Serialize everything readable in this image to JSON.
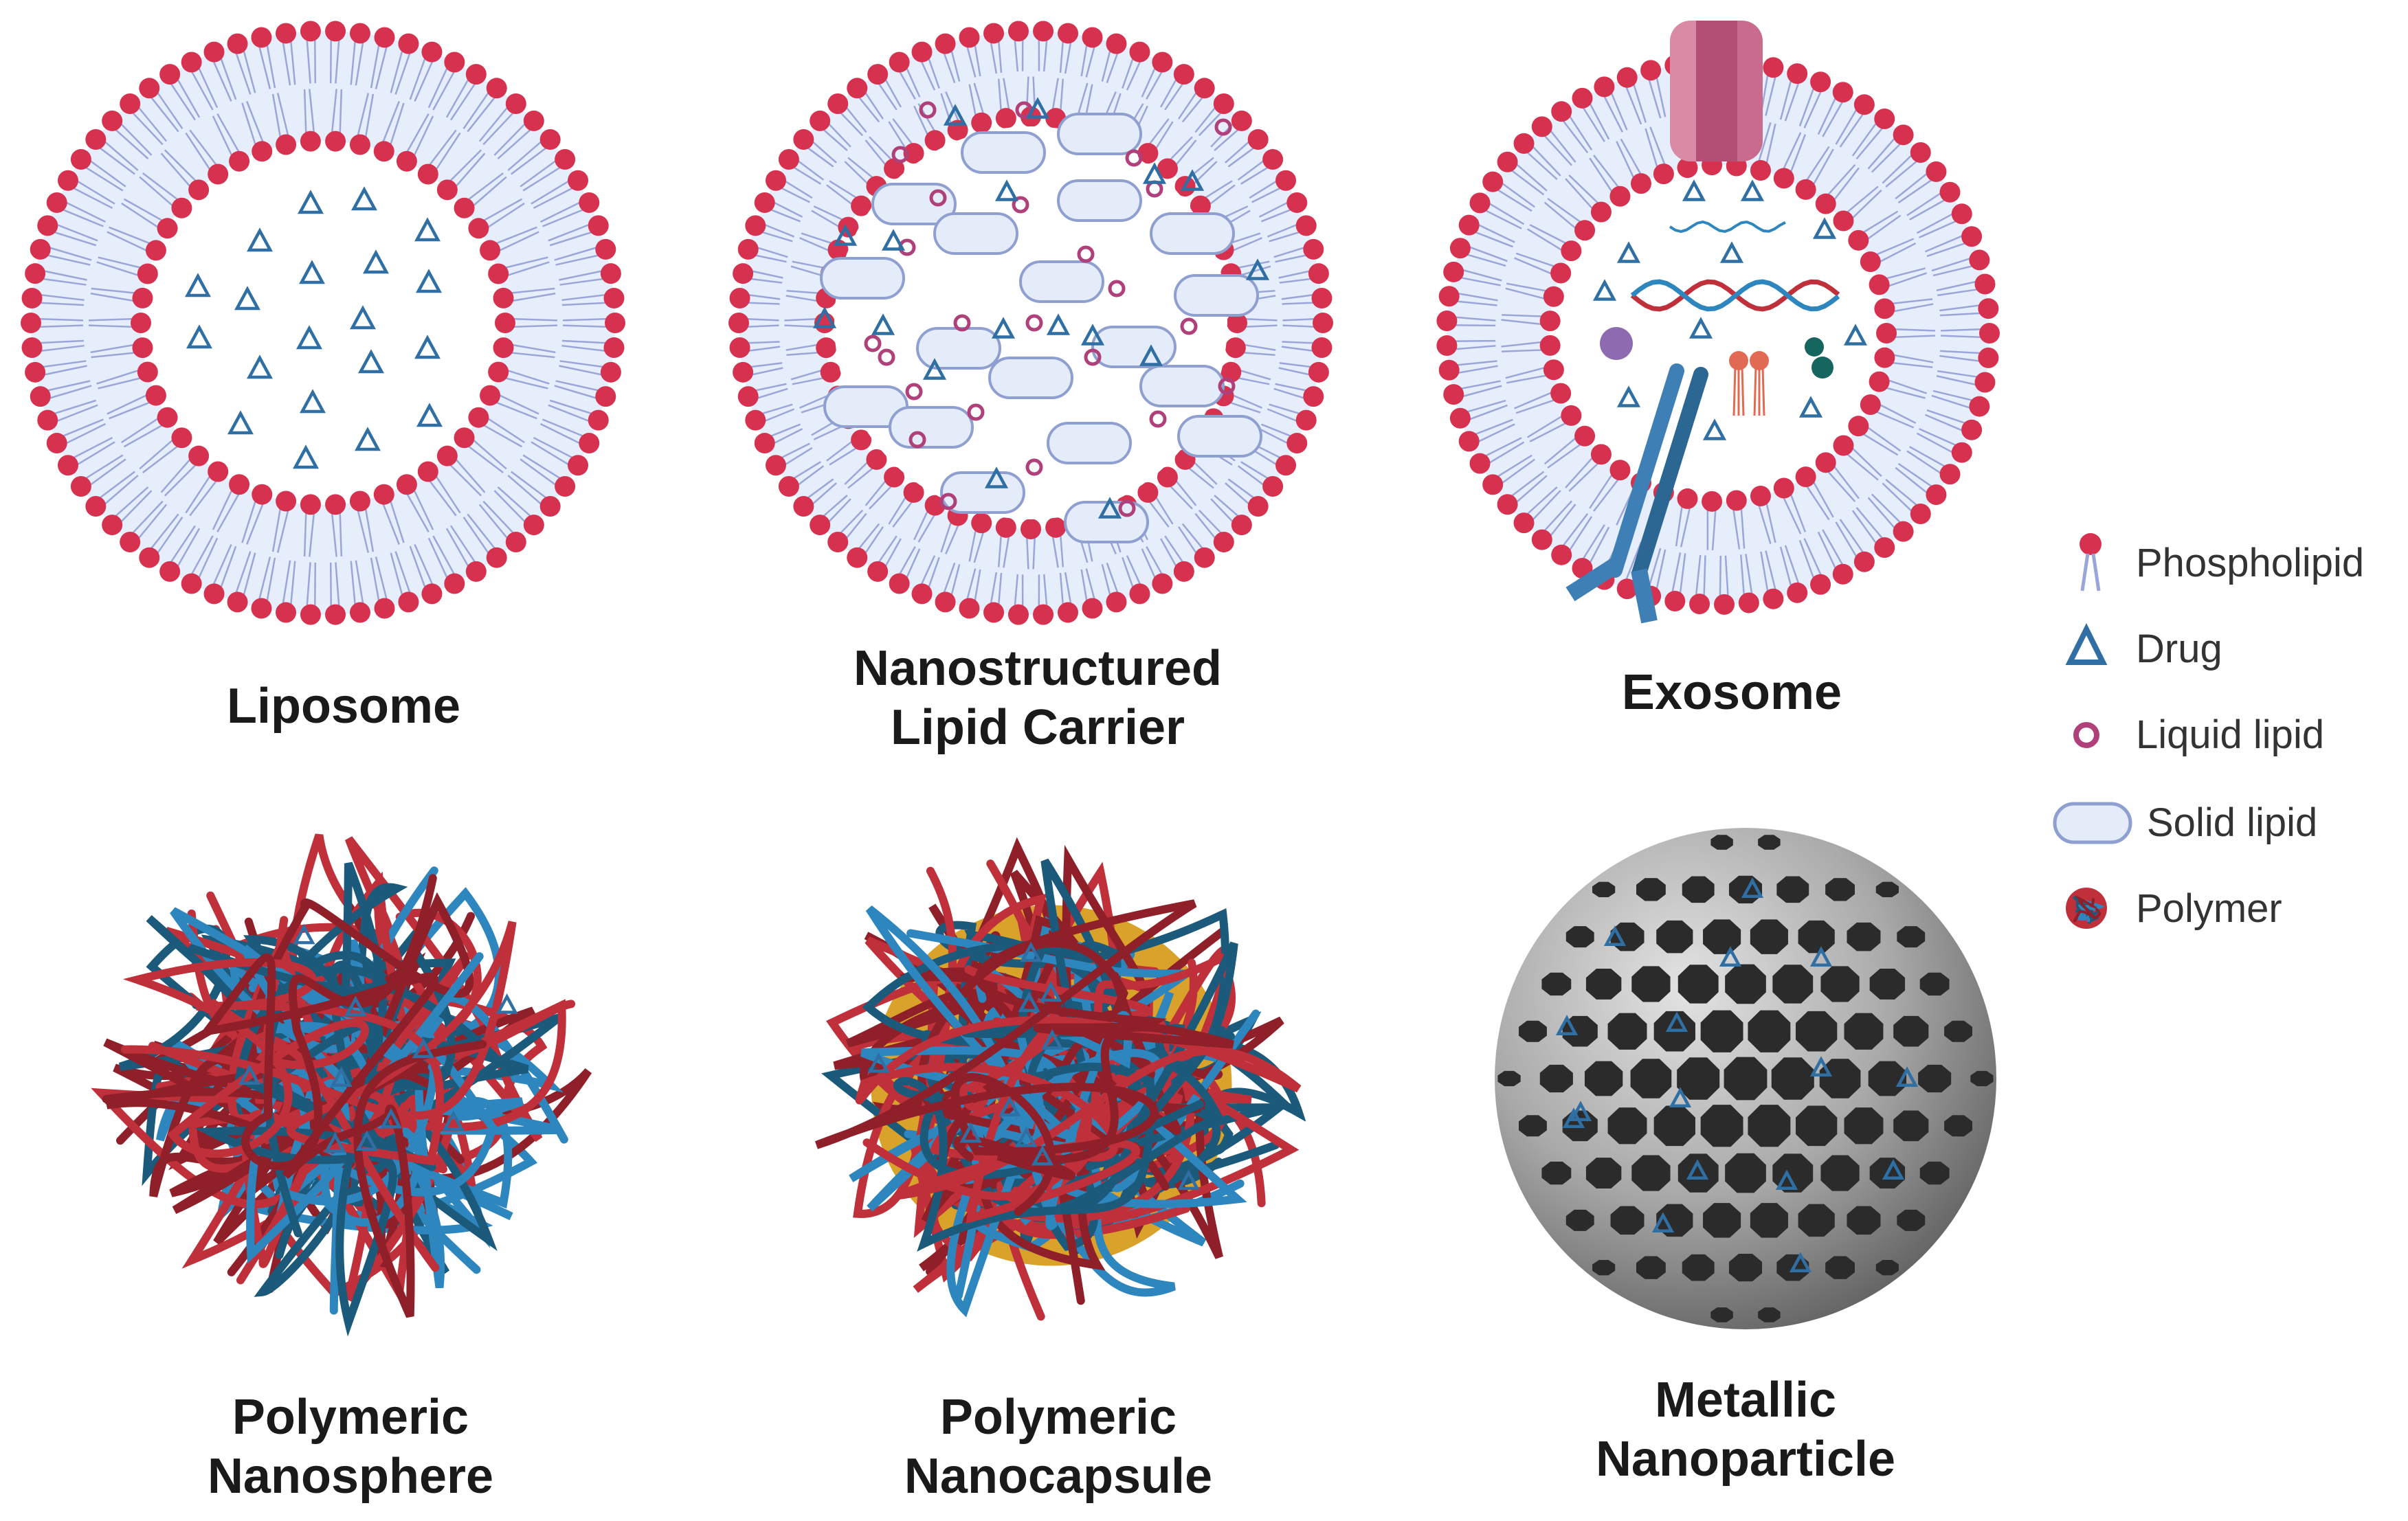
{
  "panels": {
    "liposome": {
      "title": "Liposome"
    },
    "nlc": {
      "title_line1": "Nanostructured",
      "title_line2": "Lipid Carrier"
    },
    "exosome": {
      "title": "Exosome"
    },
    "nanosphere": {
      "title_line1": "Polymeric",
      "title_line2": "Nanosphere"
    },
    "nanocapsule": {
      "title_line1": "Polymeric",
      "title_line2": "Nanocapsule"
    },
    "metallic": {
      "title_line1": "Metallic",
      "title_line2": "Nanoparticle"
    }
  },
  "legend": {
    "phospholipid": "Phospholipid",
    "drug": "Drug",
    "liquid_lipid": "Liquid lipid",
    "solid_lipid": "Solid lipid",
    "polymer": "Polymer"
  },
  "colors": {
    "phospholipid_head": "#d6324f",
    "phospholipid_tail": "#9aa6d8",
    "membrane_fill": "#e6eefb",
    "drug": "#2f6fa3",
    "liquid_lipid": "#b0407a",
    "solid_lipid_fill": "#e4ecf9",
    "solid_lipid_stroke": "#8e9fd0",
    "polymer_red": "#c0303a",
    "polymer_darkred": "#8f1f28",
    "polymer_blue": "#2e86bf",
    "polymer_navy": "#1b5a7a",
    "capsule_core": "#d9a22a",
    "metal_light": "#c9c9c9",
    "metal_dark": "#6e6e6e",
    "metal_pit": "#2b2b2b",
    "channel": "#d98aa5",
    "receptor": "#3e7fb5"
  }
}
